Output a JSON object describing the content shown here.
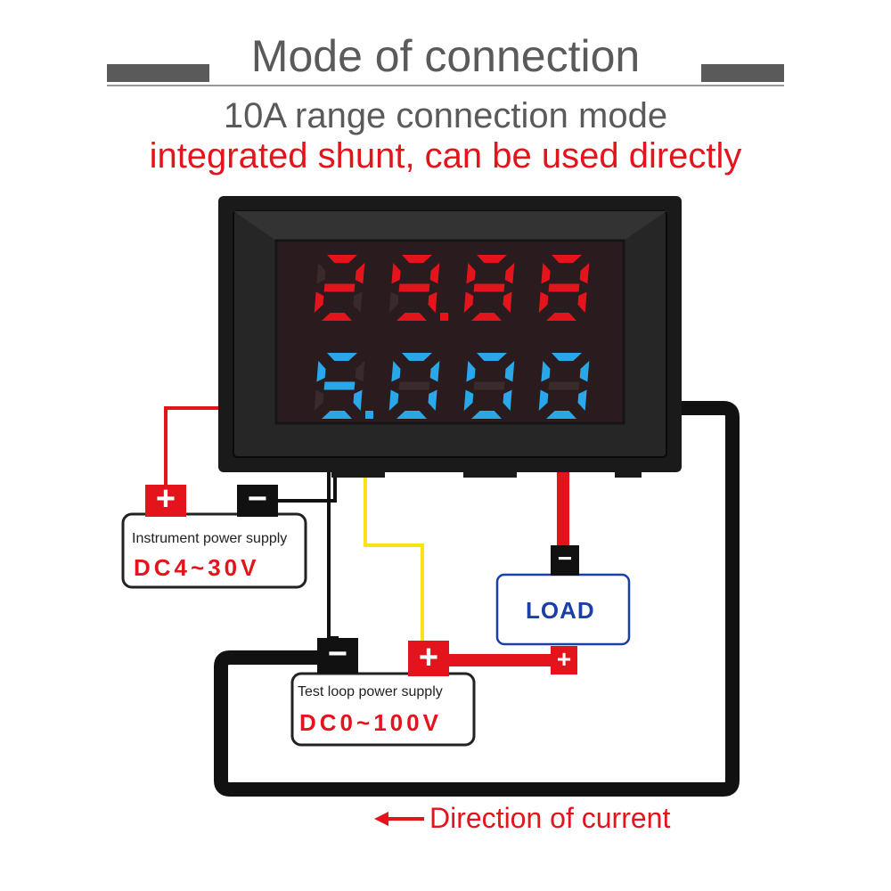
{
  "header": {
    "title": "Mode of connection",
    "subtitle": "10A range connection mode",
    "highlight": "integrated shunt, can be used directly"
  },
  "meter": {
    "voltage_display": "29.88",
    "current_display": "5.000",
    "voltage_color": "#e3141c",
    "current_color": "#29a7e8"
  },
  "instrument_supply": {
    "label": "Instrument power supply",
    "value": "DC4~30V",
    "plus": "+",
    "minus": "−"
  },
  "test_supply": {
    "label": "Test loop power supply",
    "value": "DC0~100V",
    "plus": "+",
    "minus": "−"
  },
  "load": {
    "label": "LOAD",
    "plus": "+",
    "minus": "−"
  },
  "footer": {
    "direction_label": "Direction of current"
  },
  "colors": {
    "red_wire": "#e3141c",
    "black_wire": "#111111",
    "yellow_wire": "#f7e417",
    "accent_red": "#e3141c",
    "load_border": "#1b3fa8"
  }
}
